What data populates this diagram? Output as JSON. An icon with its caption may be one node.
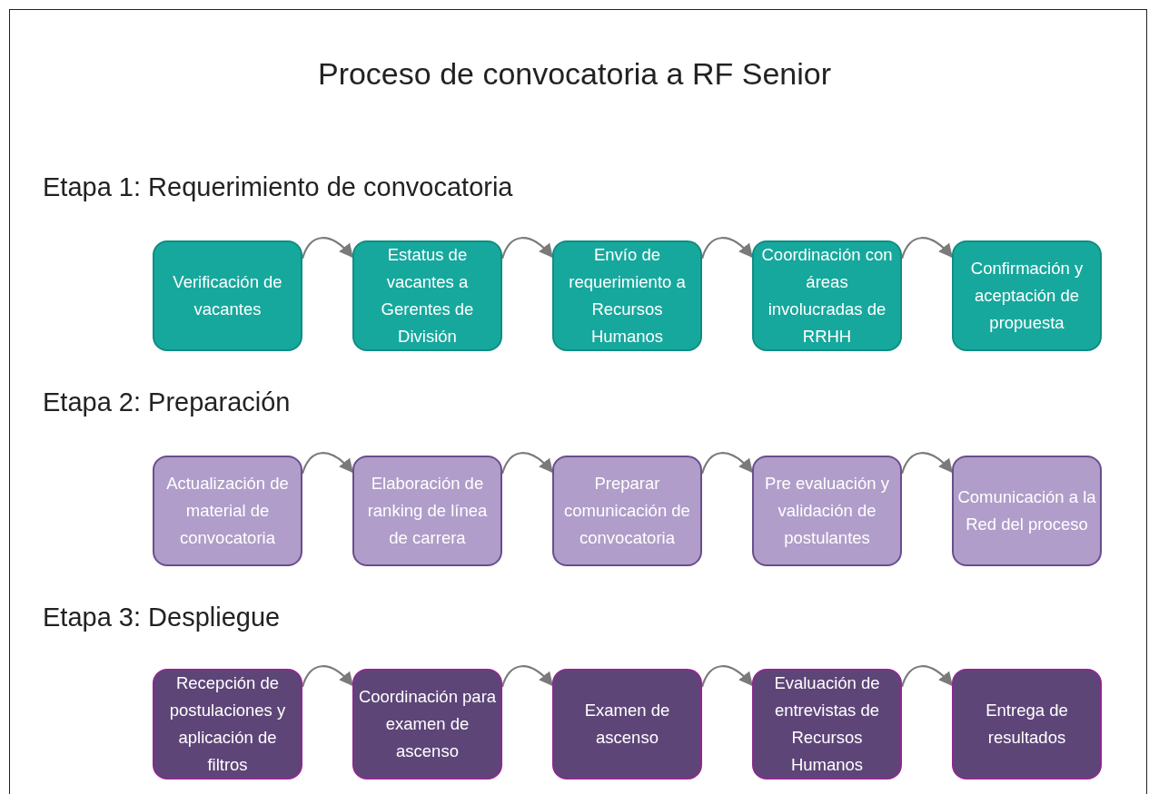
{
  "diagram": {
    "title": "Proceso de convocatoria a RF Senior",
    "nodes": [
      {
        "text": [
          "Verificación de vacantes"
        ]
      },
      {
        "text": [
          "Estatus de vacantes a Gerentes de División"
        ]
      },
      {
        "text": [
          "Envío de requerimiento a Recursos Humanos"
        ]
      },
      {
        "text": [
          "Coordinación con áreas involucradas de RRHH"
        ]
      },
      {
        "text": [
          "Confirmación y aceptación de propuesta"
        ]
      },
      {
        "text": [
          "Actualización de material de convocatoria"
        ]
      },
      {
        "text": [
          "Elaboración de ranking de línea de carrera"
        ]
      },
      {
        "text": [
          "Preparar comunicación de convocatoria"
        ]
      },
      {
        "text": [
          "Pre evaluación y validación de postulantes"
        ]
      },
      {
        "text": [
          "Comunicación a la Red del proceso"
        ]
      },
      {
        "text": [
          "Recepción de postulaciones y aplicación de filtros"
        ]
      },
      {
        "text": [
          "Coordinación para examen de ascenso"
        ]
      },
      {
        "text": [
          "Examen de ascenso"
        ]
      },
      {
        "text": [
          "Evaluación de entrevistas de Recursos Humanos"
        ]
      },
      {
        "text": [
          "Entrega de resultados"
        ]
      }
    ],
    "edges": [
      {
        "from": 0,
        "to": 1,
        "arrow": "to"
      },
      {
        "from": 1,
        "to": 2,
        "arrow": "to"
      },
      {
        "from": 2,
        "to": 3,
        "arrow": "to"
      },
      {
        "from": 3,
        "to": 4,
        "arrow": "to"
      },
      {
        "from": 5,
        "to": 6,
        "arrow": "to"
      },
      {
        "from": 6,
        "to": 7,
        "arrow": "to"
      },
      {
        "from": 7,
        "to": 8,
        "arrow": "to"
      },
      {
        "from": 8,
        "to": 9,
        "arrow": "to"
      },
      {
        "from": 10,
        "to": 11,
        "arrow": "to"
      },
      {
        "from": 11,
        "to": 12,
        "arrow": "to"
      },
      {
        "from": 12,
        "to": 13,
        "arrow": "to"
      },
      {
        "from": 13,
        "to": 14,
        "arrow": "to"
      }
    ],
    "labels": [
      "Etapa 1: Requerimiento de convocatoria",
      "Etapa 2: Preparación",
      "Etapa 3: Despliegue"
    ]
  }
}
